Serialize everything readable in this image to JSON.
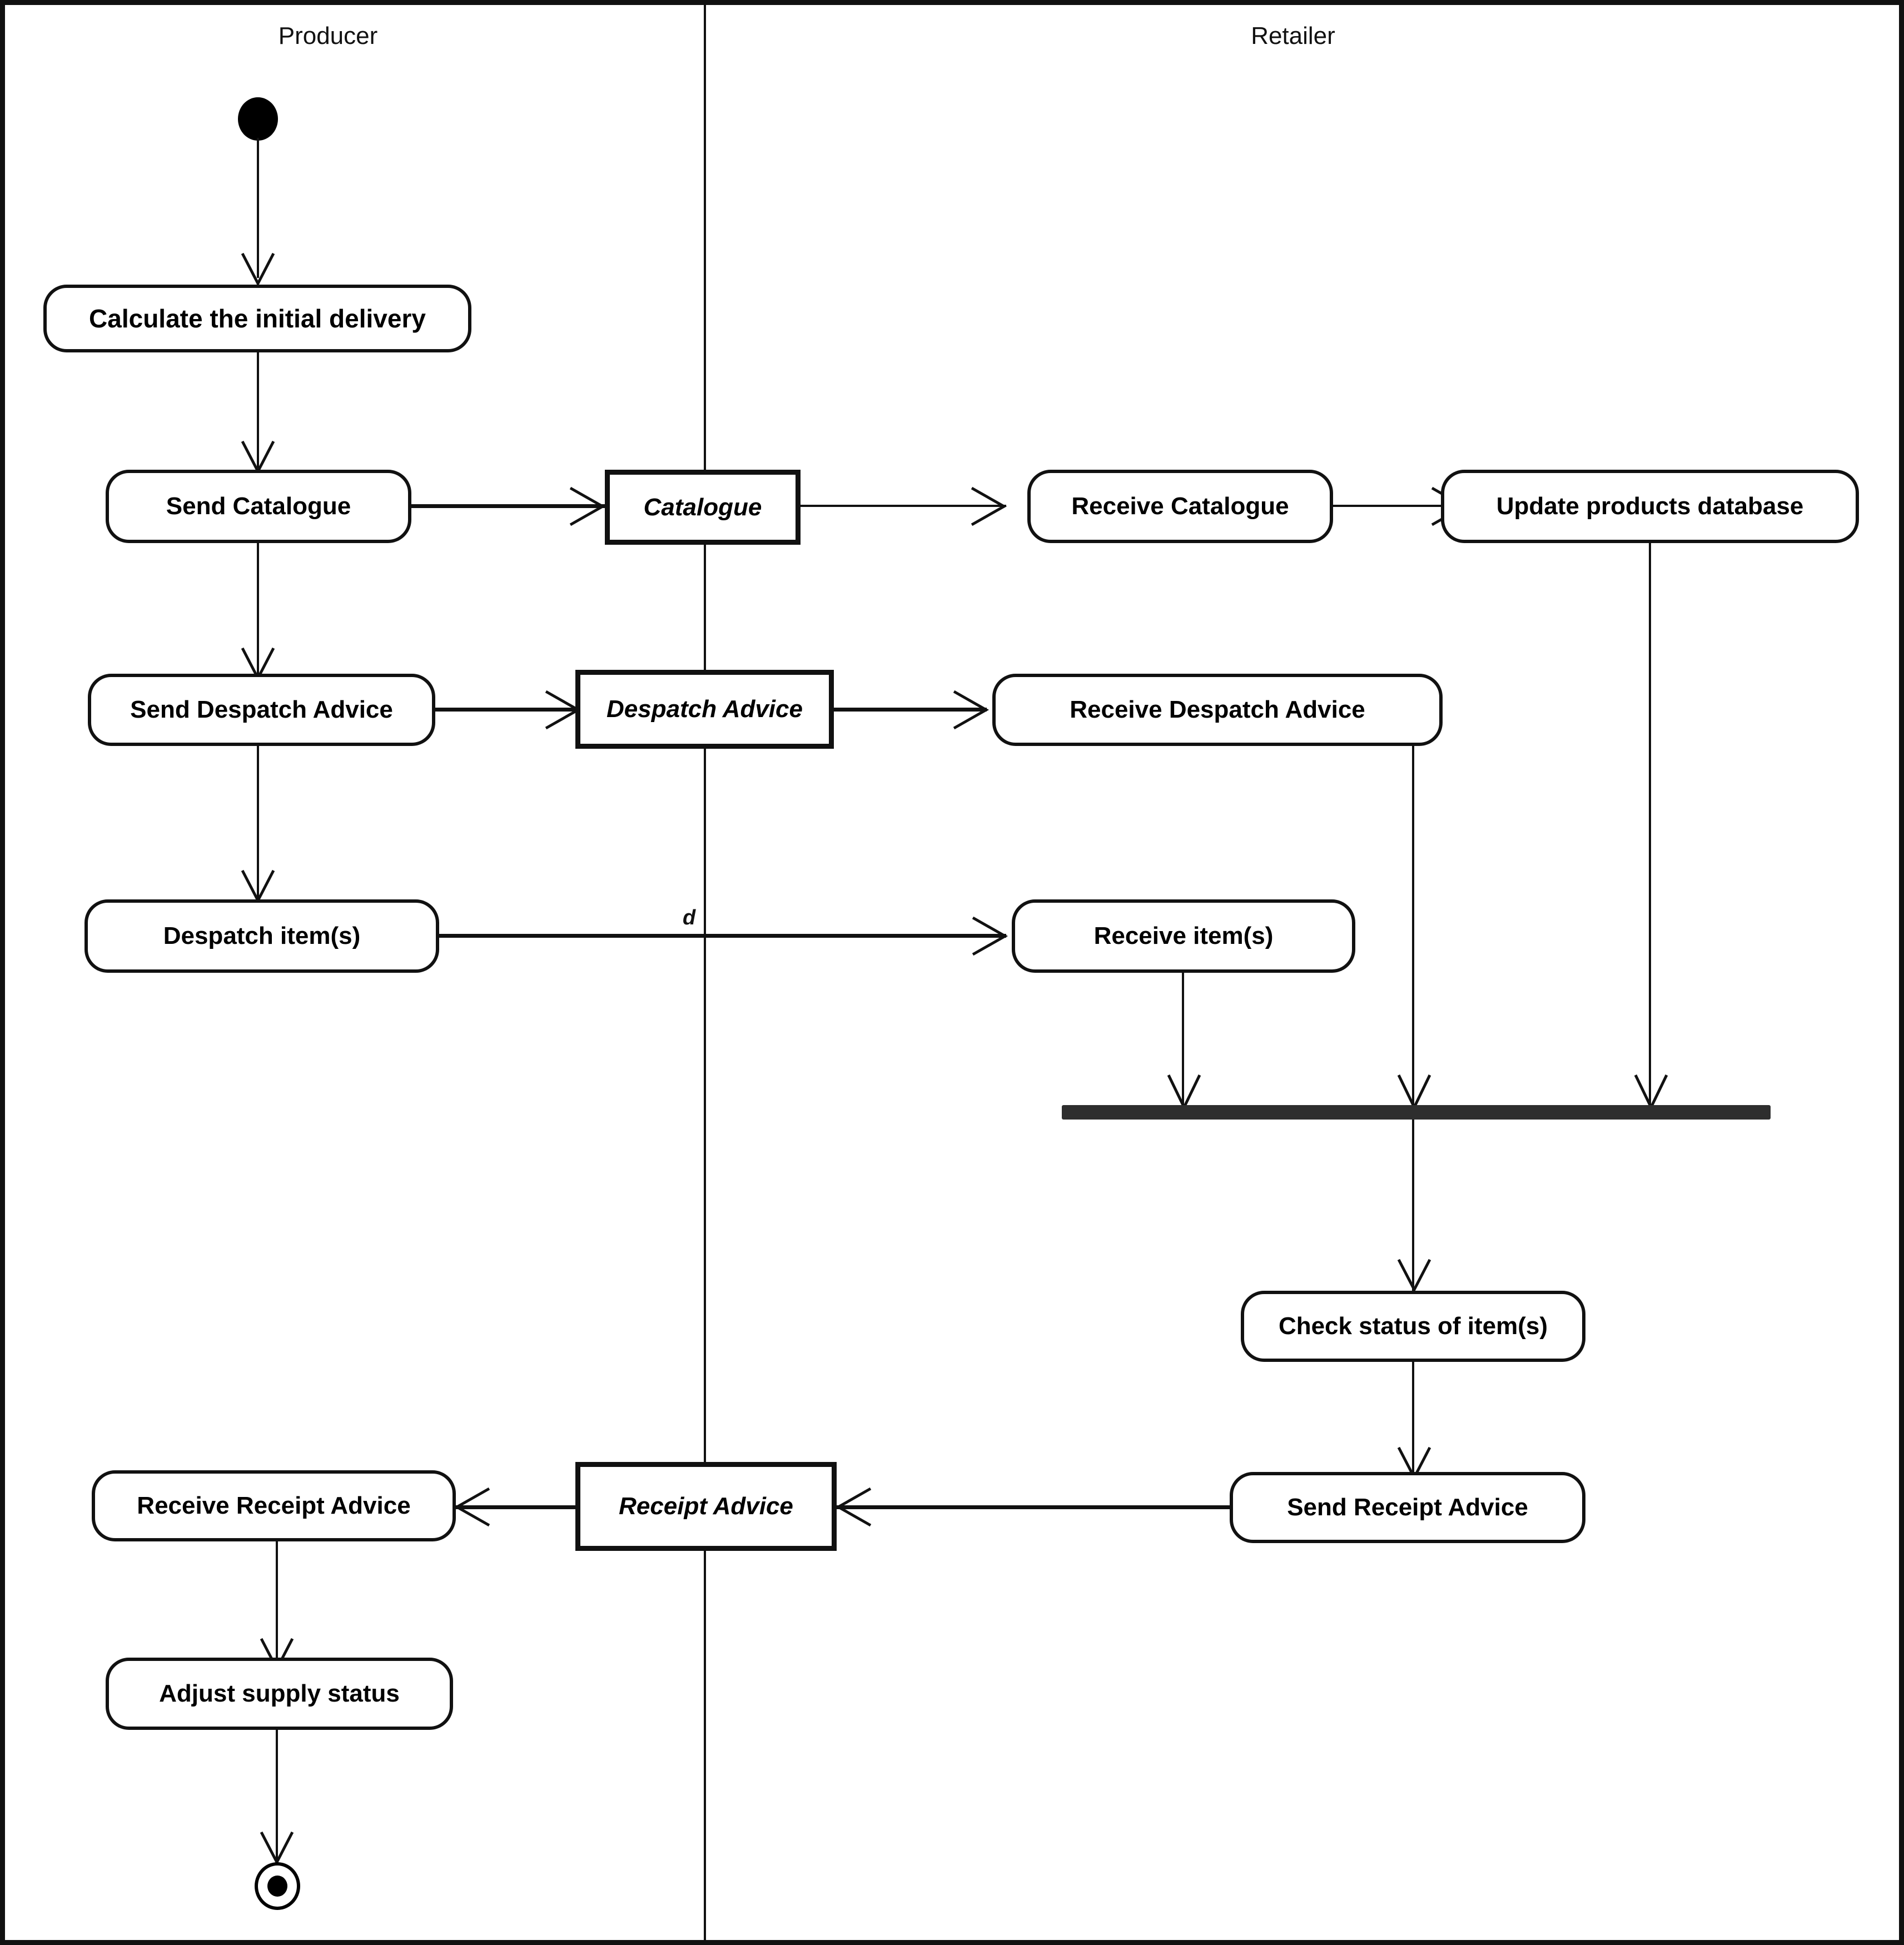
{
  "diagram": {
    "type": "uml-activity-diagram",
    "title": "Producer / Retailer supply chain activity diagram",
    "background_color": "#ffffff",
    "line_color": "#111111",
    "join_bar_color": "#2e2e2e"
  },
  "swimlanes": [
    {
      "id": "producer",
      "label": "Producer"
    },
    {
      "id": "retailer",
      "label": "Retailer"
    }
  ],
  "nodes": {
    "initial": {
      "kind": "initial-node",
      "label": ""
    },
    "final": {
      "kind": "final-node",
      "label": ""
    },
    "join": {
      "kind": "join-bar",
      "label": ""
    },
    "actions": [
      {
        "id": "calculate-initial-delivery",
        "label": "Calculate the initial delivery",
        "lane": "producer"
      },
      {
        "id": "send-catalogue",
        "label": "Send Catalogue",
        "lane": "producer"
      },
      {
        "id": "send-despatch-advice",
        "label": "Send Despatch Advice",
        "lane": "producer"
      },
      {
        "id": "despatch-items",
        "label": "Despatch item(s)",
        "lane": "producer"
      },
      {
        "id": "receive-receipt-advice",
        "label": "Receive Receipt Advice",
        "lane": "producer"
      },
      {
        "id": "adjust-supply-status",
        "label": "Adjust supply status",
        "lane": "producer"
      },
      {
        "id": "receive-catalogue",
        "label": "Receive Catalogue",
        "lane": "retailer"
      },
      {
        "id": "update-products-database",
        "label": "Update products database",
        "lane": "retailer"
      },
      {
        "id": "receive-despatch-advice",
        "label": "Receive Despatch Advice",
        "lane": "retailer"
      },
      {
        "id": "receive-items",
        "label": "Receive item(s)",
        "lane": "retailer"
      },
      {
        "id": "check-status-of-items",
        "label": "Check status of item(s)",
        "lane": "retailer"
      },
      {
        "id": "send-receipt-advice",
        "label": "Send Receipt Advice",
        "lane": "retailer"
      }
    ],
    "objects": [
      {
        "id": "catalogue-object",
        "label": "Catalogue"
      },
      {
        "id": "despatch-advice-object",
        "label": "Despatch Advice"
      },
      {
        "id": "receipt-advice-object",
        "label": "Receipt Advice"
      }
    ]
  },
  "edge_labels": [
    {
      "id": "despatch-items-crossing-label",
      "label": "d"
    }
  ]
}
